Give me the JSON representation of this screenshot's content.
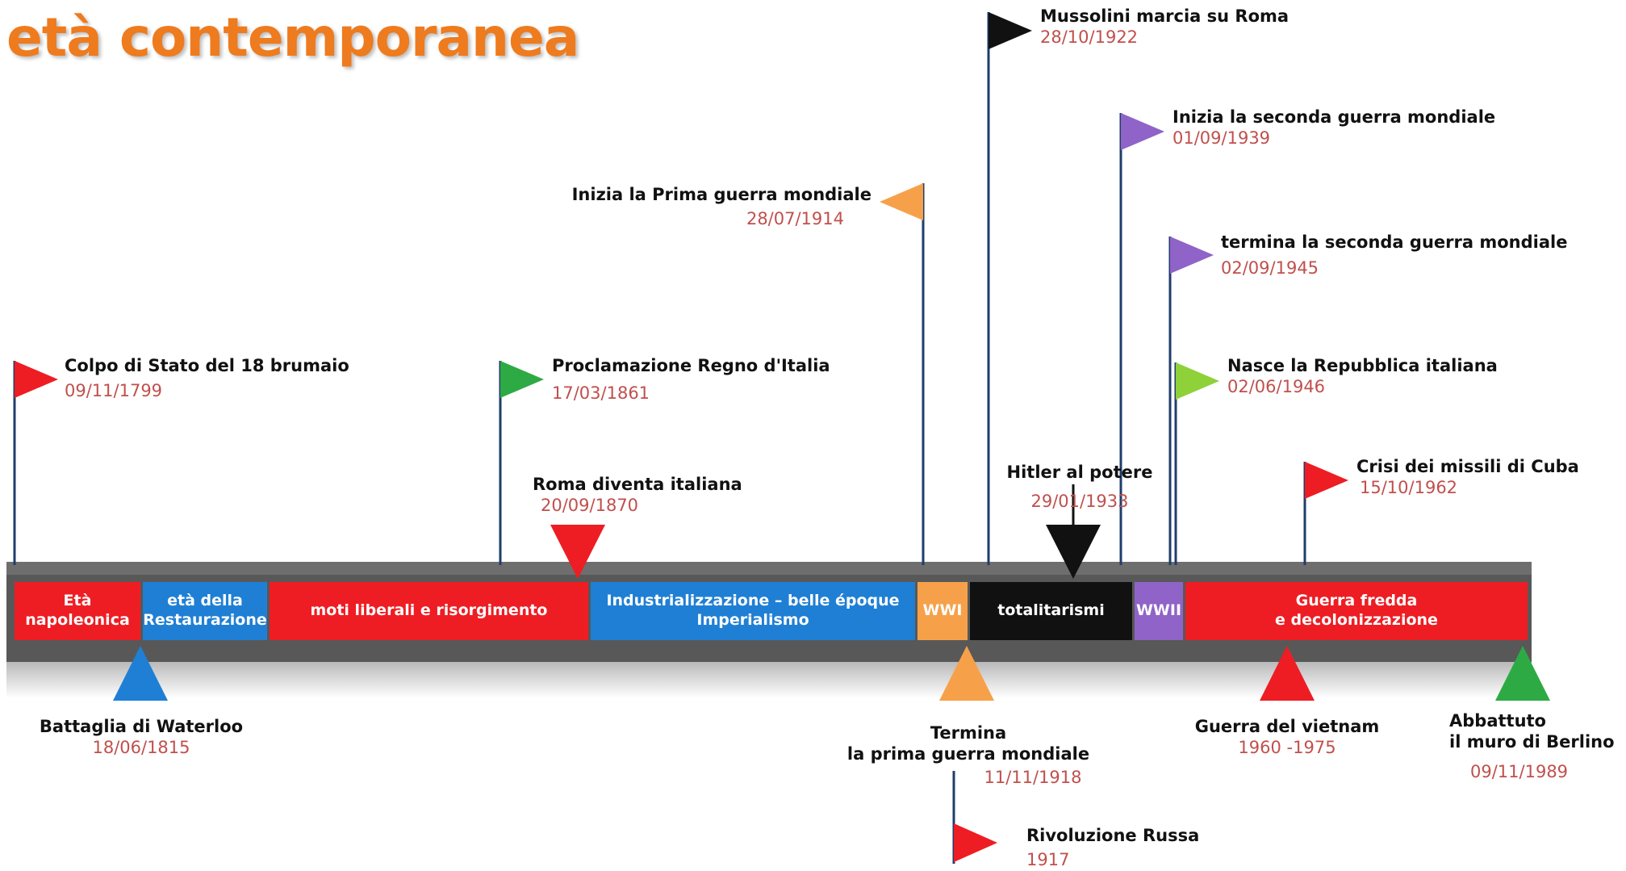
{
  "title": "età contemporanea",
  "colors": {
    "title": "#ee7b1e",
    "date_text": "#c0504d",
    "red": "#ee1d23",
    "blue": "#1f7fd4",
    "orange": "#f6a14a",
    "black": "#111111",
    "purple": "#8f63c7",
    "green": "#2eaa44",
    "lightgreen": "#8ed138"
  },
  "periods": [
    {
      "line1": "Età",
      "line2": "napoleonica",
      "color": "#ee1d23"
    },
    {
      "line1": "età della",
      "line2": "Restaurazione",
      "color": "#1f7fd4"
    },
    {
      "line1": "moti liberali e risorgimento",
      "line2": "",
      "color": "#ee1d23"
    },
    {
      "line1": "Industrializzazione – belle époque",
      "line2": "Imperialismo",
      "color": "#1f7fd4"
    },
    {
      "line1": "WWI",
      "line2": "",
      "color": "#f6a14a"
    },
    {
      "line1": "totalitarismi",
      "line2": "",
      "color": "#111111"
    },
    {
      "line1": "WWII",
      "line2": "",
      "color": "#8f63c7"
    },
    {
      "line1": "Guerra fredda",
      "line2": "e decolonizzazione",
      "color": "#ee1d23"
    }
  ],
  "events": {
    "brumaio": {
      "label": "Colpo di Stato del 18 brumaio",
      "date": "09/11/1799",
      "icon": "red-flag-icon",
      "color": "#ee1d23"
    },
    "regno_italia": {
      "label": "Proclamazione Regno d'Italia",
      "date": "17/03/1861",
      "icon": "green-flag-icon",
      "color": "#2eaa44"
    },
    "roma": {
      "label": "Roma diventa italiana",
      "date": "20/09/1870",
      "icon": "red-down-triangle-icon",
      "color": "#ee1d23"
    },
    "prima_guerra_inizio": {
      "label": "Inizia la Prima guerra mondiale",
      "date": "28/07/1914",
      "icon": "orange-flag-icon",
      "color": "#f6a14a"
    },
    "mussolini": {
      "label": "Mussolini marcia su Roma",
      "date": "28/10/1922",
      "icon": "black-flag-icon",
      "color": "#111111"
    },
    "hitler": {
      "label": "Hitler al potere",
      "date": "29/01/1933",
      "icon": "black-down-triangle-icon",
      "color": "#111111"
    },
    "seconda_guerra_inizio": {
      "label": "Inizia la seconda guerra mondiale",
      "date": "01/09/1939",
      "icon": "purple-flag-icon",
      "color": "#8f63c7"
    },
    "seconda_guerra_fine": {
      "label": "termina la seconda guerra mondiale",
      "date": "02/09/1945",
      "icon": "purple-flag-icon",
      "color": "#8f63c7"
    },
    "repubblica": {
      "label": "Nasce la Repubblica italiana",
      "date": "02/06/1946",
      "icon": "lightgreen-flag-icon",
      "color": "#8ed138"
    },
    "cuba": {
      "label": "Crisi dei missili di Cuba",
      "date": "15/10/1962",
      "icon": "red-flag-icon",
      "color": "#ee1d23"
    },
    "waterloo": {
      "label": "Battaglia di Waterloo",
      "date": "18/06/1815",
      "icon": "blue-up-triangle-icon",
      "color": "#1f7fd4"
    },
    "prima_guerra_fine": {
      "label_line1": "Termina",
      "label_line2": "la prima guerra mondiale",
      "date": "11/11/1918",
      "icon": "orange-up-triangle-icon",
      "color": "#f6a14a"
    },
    "rivoluzione": {
      "label": "Rivoluzione Russa",
      "date": "1917",
      "icon": "red-flag-icon",
      "color": "#ee1d23"
    },
    "vietnam": {
      "label": "Guerra del vietnam",
      "date": "1960 -1975",
      "icon": "red-up-triangle-icon",
      "color": "#ee1d23"
    },
    "berlino": {
      "label_line1": "Abbattuto",
      "label_line2": "il muro di Berlino",
      "date": "09/11/1989",
      "icon": "green-up-triangle-icon",
      "color": "#2eaa44"
    }
  }
}
